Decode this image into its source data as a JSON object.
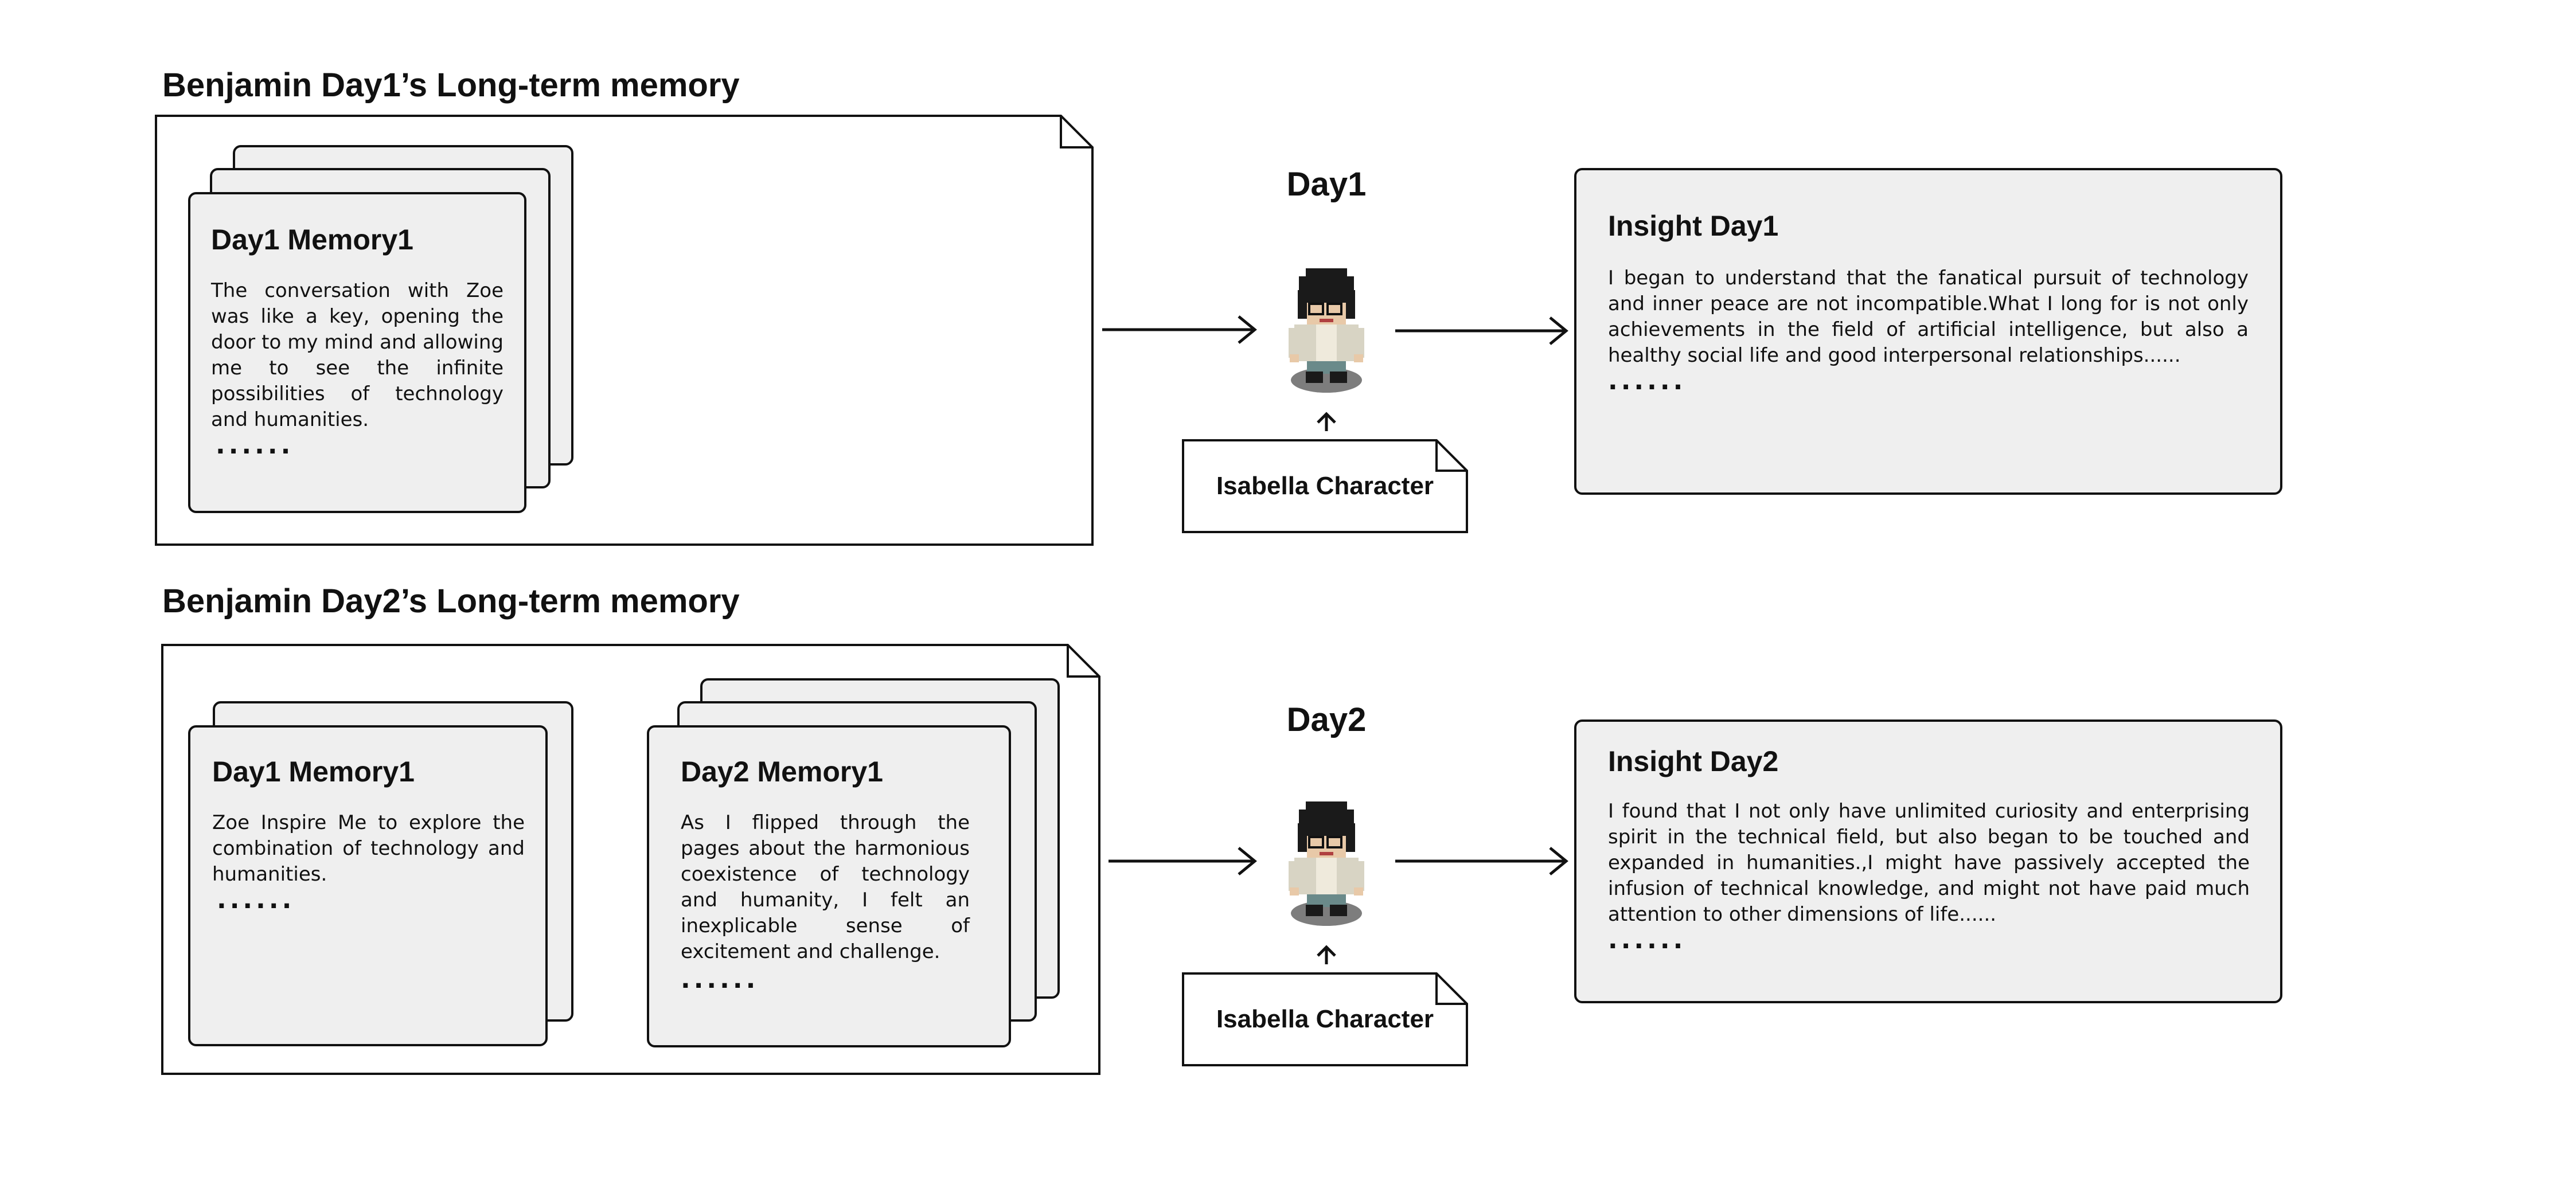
{
  "section1": {
    "title": "Benjamin Day1’s Long-term memory",
    "memory": {
      "title": "Day1 Memory1",
      "text": "The conversation with Zoe was like a key, opening the door to my mind and allowing me to see the infinite possibilities of technology and humanities.",
      "ellipsis": "......"
    },
    "day_label": "Day1",
    "character_label": "Isabella Character",
    "insight": {
      "title": "Insight Day1",
      "text": "I began to understand that the fanatical pursuit of technology and inner peace are not incompatible.What I long for is not only achievements in the field of artificial intelligence, but also a healthy social life and good interpersonal relationships......",
      "ellipsis": "......"
    }
  },
  "section2": {
    "title": "Benjamin Day2’s  Long-term memory",
    "memory1": {
      "title": "Day1 Memory1",
      "text": "Zoe Inspire Me to explore the combination of technology and humanities.",
      "ellipsis": "......"
    },
    "memory2": {
      "title": "Day2 Memory1",
      "text": "As I flipped through the pages about the harmonious coexistence of technology and humanity, I felt an inexplicable sense of excitement and challenge.",
      "ellipsis": "......"
    },
    "day_label": "Day2",
    "character_label": "Isabella Character",
    "insight": {
      "title": "Insight Day2",
      "text": " I found that I not only have unlimited curiosity and enterprising spirit in the technical field, but also began to be touched and expanded in humanities.,I might have passively accepted the infusion of technical knowledge, and might not have paid much attention to other dimensions of life......",
      "ellipsis": "......"
    }
  },
  "icons": {
    "character": "pixel-character-icon",
    "arrow": "arrow-right-icon",
    "up_arrow": "arrow-up-icon",
    "note": "folded-note-icon"
  }
}
